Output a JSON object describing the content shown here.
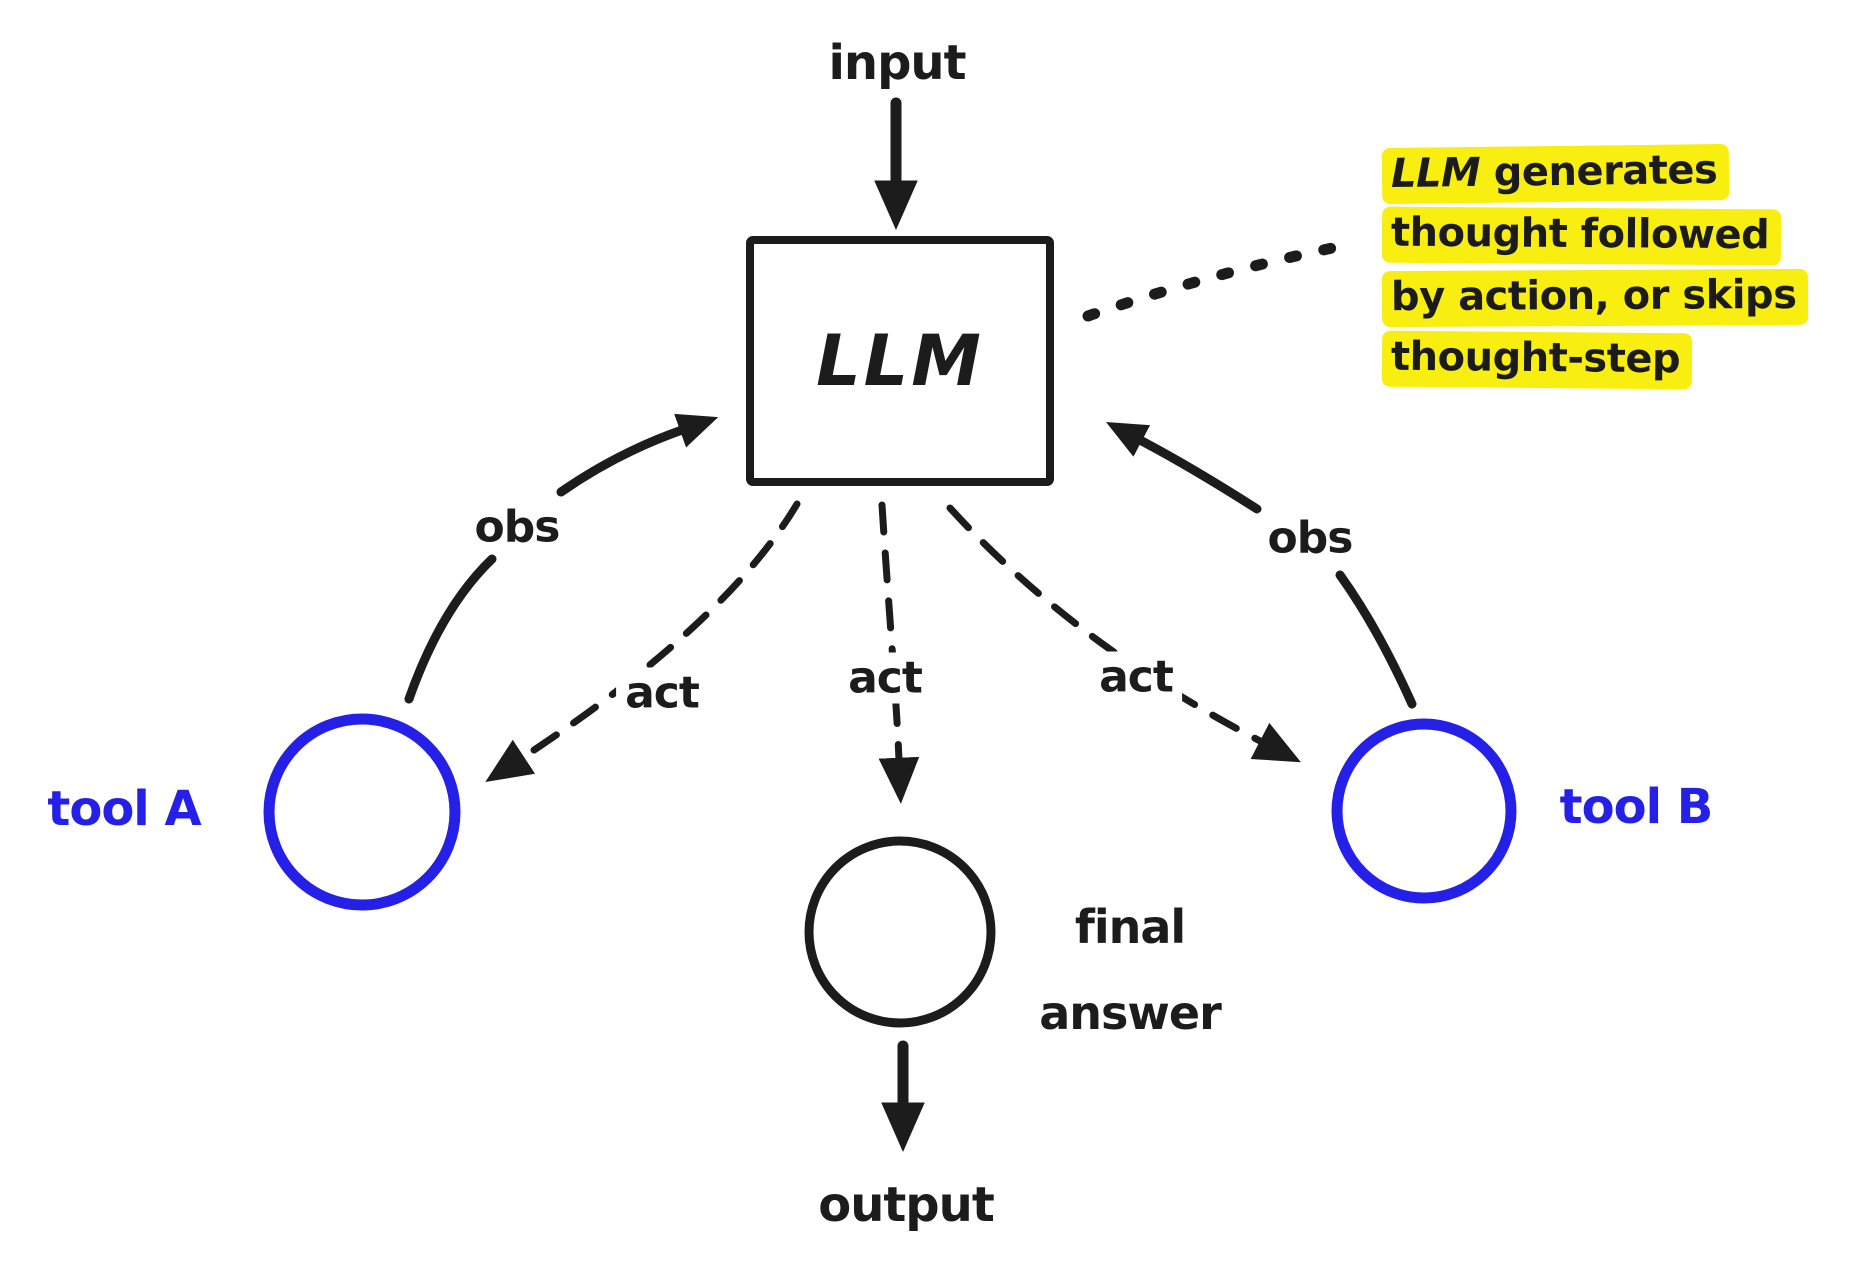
{
  "colors": {
    "ink": "#1c1c1c",
    "tool_blue": "#2420e8",
    "highlight_yellow": "#f8ee10",
    "background": "#ffffff"
  },
  "nodes": {
    "input_label": "input",
    "llm_label": "LLM",
    "tool_a_label": "tool A",
    "tool_b_label": "tool B",
    "final_answer_line1": "final",
    "final_answer_line2": "answer",
    "output_label": "output"
  },
  "edges": {
    "obs_left": "obs",
    "obs_right": "obs",
    "act_left": "act",
    "act_center": "act",
    "act_right": "act"
  },
  "annotation": {
    "line1_em": "LLM",
    "line1_rest": " generates",
    "line2": "thought followed",
    "line3": "by action, or skips",
    "line4": "thought-step"
  }
}
